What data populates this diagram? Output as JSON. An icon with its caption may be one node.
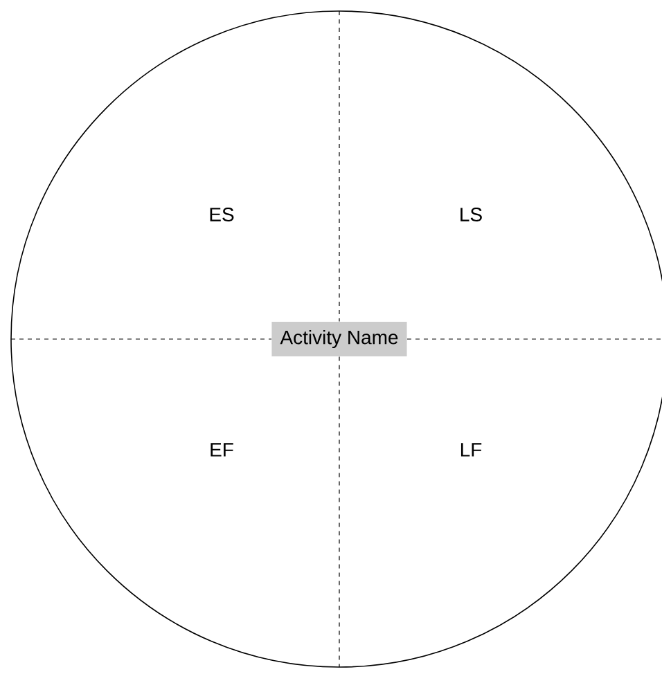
{
  "diagram": {
    "nodes": [
      {
        "text": [],
        "shape": "circle"
      },
      {
        "text": [
          "Activity Name"
        ],
        "in": 0
      }
    ],
    "labels": [
      "ES",
      "LS",
      "EF",
      "LF"
    ]
  }
}
